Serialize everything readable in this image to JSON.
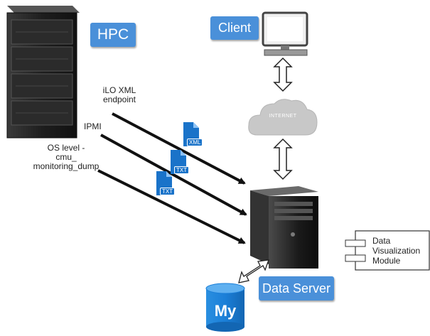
{
  "nodes": {
    "hpc": "HPC",
    "client": "Client",
    "data_server": "Data Server",
    "internet": "INTERNET",
    "database_mark": "My",
    "module_lines": [
      "Data",
      "Visualization",
      "Module"
    ]
  },
  "connections": {
    "ilo": [
      "iLO XML",
      "endpoint"
    ],
    "ipmi": "IPMI",
    "os_level": [
      "OS level -",
      "cmu_",
      "monitoring_dump"
    ]
  },
  "documents": {
    "xml": "XML",
    "txt1": "TXT",
    "txt2": "TXT"
  },
  "colors": {
    "tag_blue": "#4a90d9",
    "doc_blue": "#1a73c9",
    "arrow": "#111111",
    "cloud": "#c8c8c8"
  }
}
